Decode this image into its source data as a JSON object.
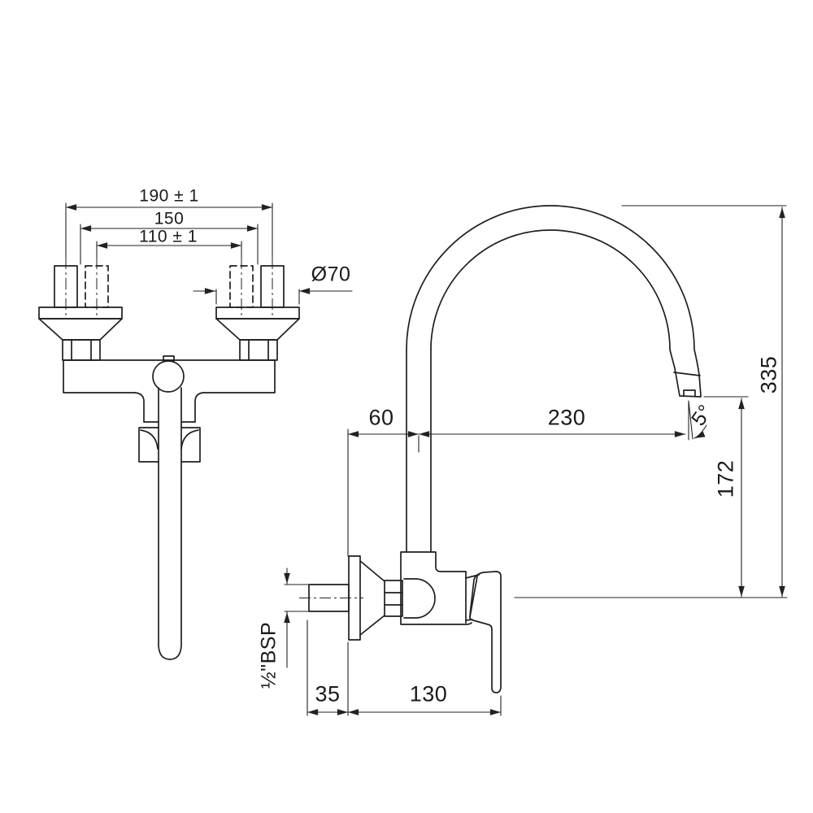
{
  "title": "Wall mounted sink mixer - dimensioned technical drawing",
  "colors": {
    "background": "#ffffff",
    "object_line": "#1f1f1f",
    "dimension_line": "#222222",
    "text": "#1a1a1a"
  },
  "views": {
    "front_view": "front elevation of mixer body with two inlet studs",
    "side_view": "side elevation with gooseneck swivel spout"
  },
  "labels": {
    "dim_190": "190 ± 1",
    "dim_150": "150",
    "dim_110": "110 ± 1",
    "dia_70": "Ø70",
    "dim_60": "60",
    "dim_230": "230",
    "angle_5": "5°",
    "dim_335": "335",
    "dim_172": "172",
    "thread_bsp": "½\"BSP",
    "dim_35": "35",
    "dim_130": "130"
  }
}
